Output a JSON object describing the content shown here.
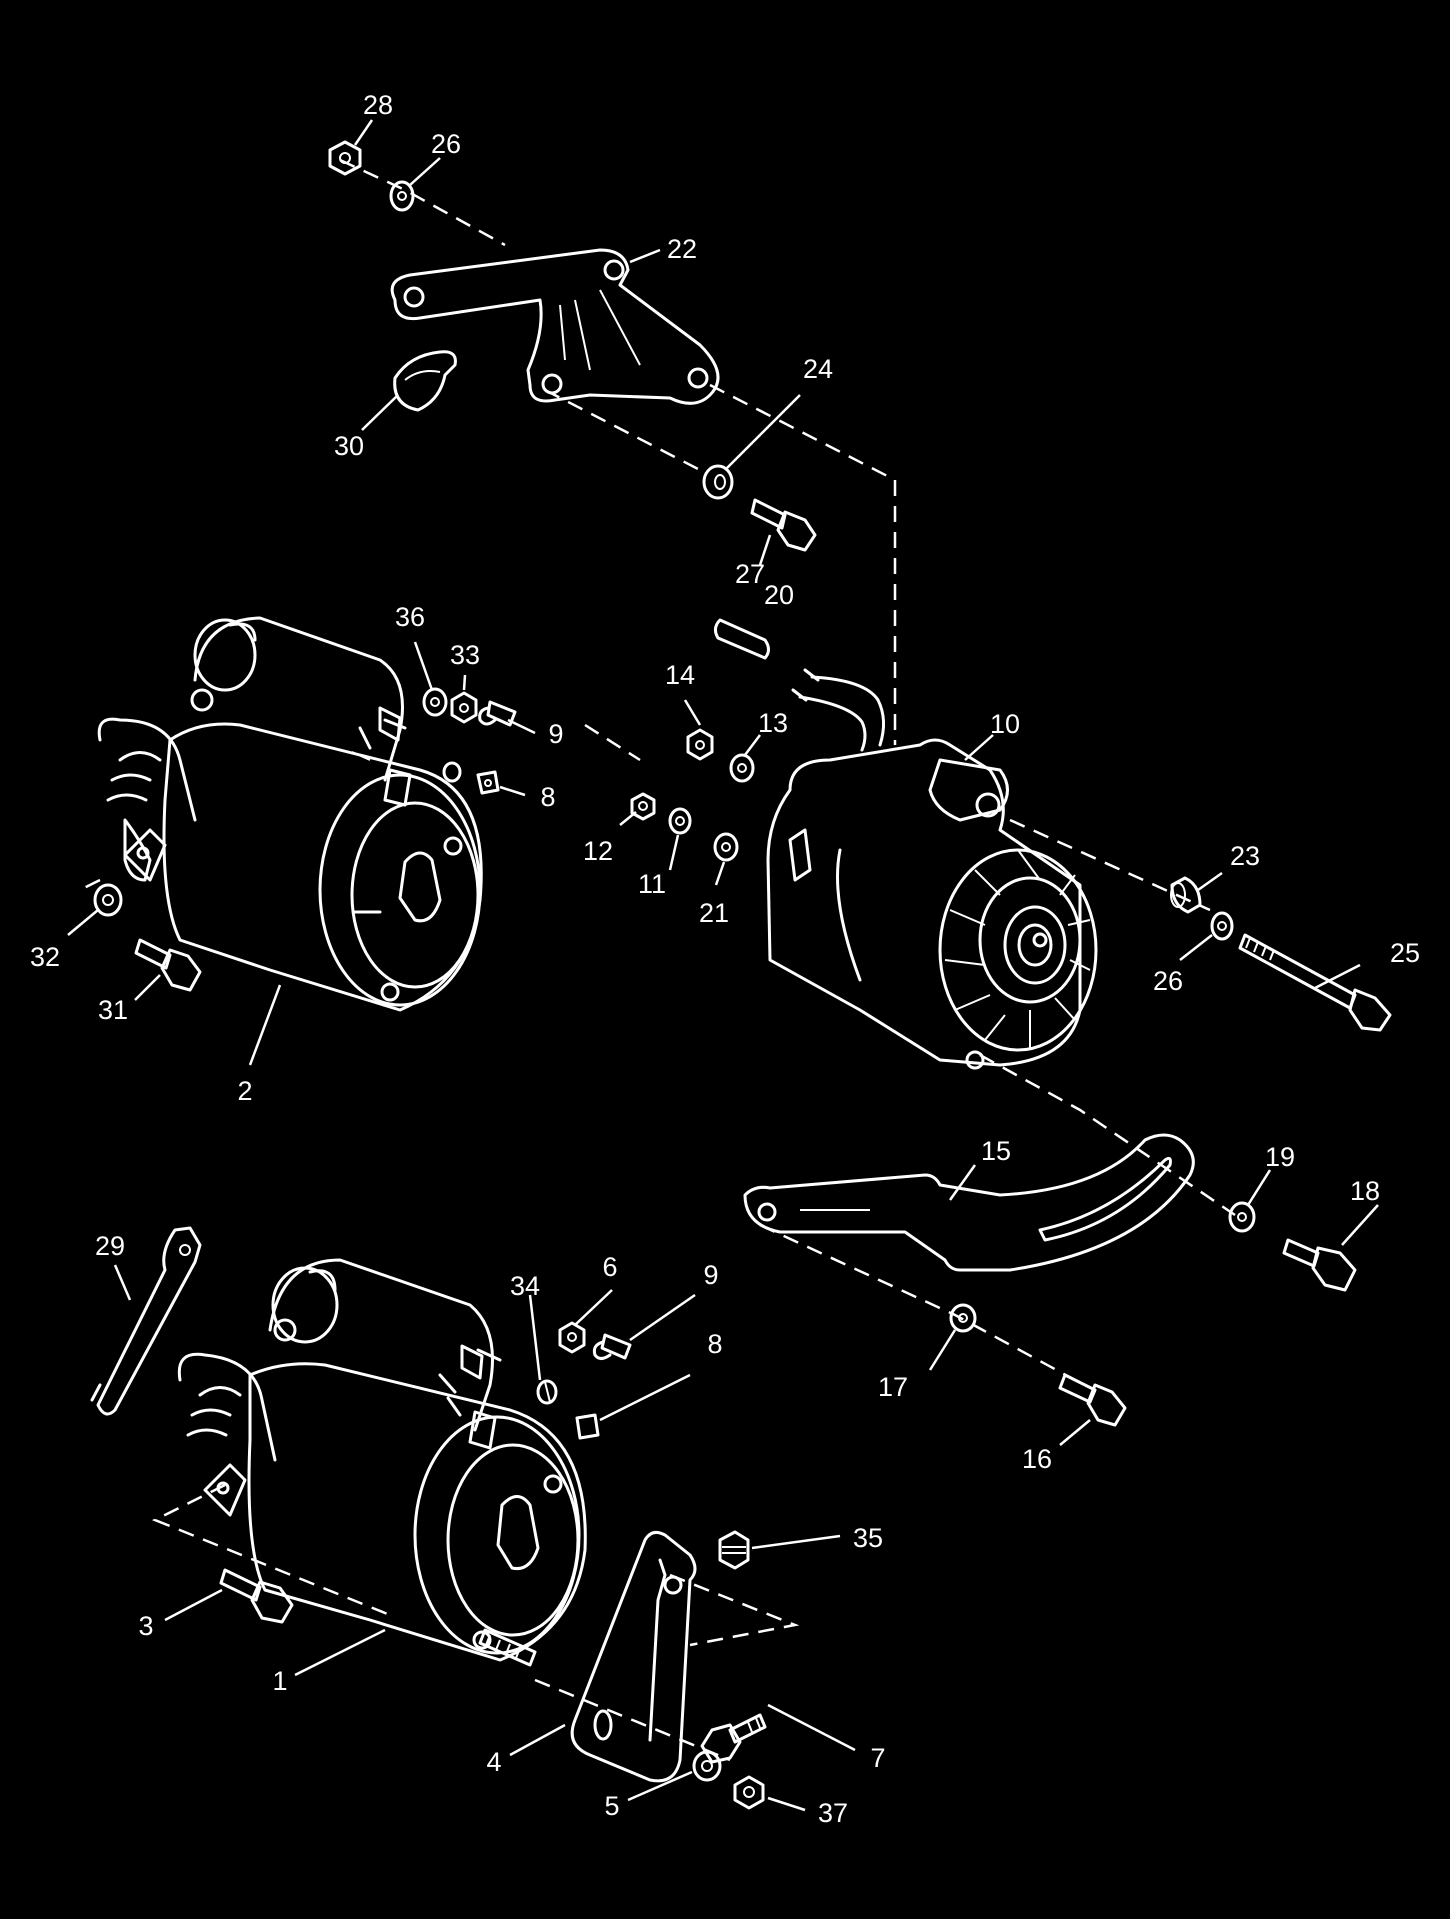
{
  "diagram": {
    "colors": {
      "background": "#000000",
      "line": "#ffffff"
    },
    "callouts": {
      "c28": "28",
      "c26a": "26",
      "c22": "22",
      "c30": "30",
      "c24": "24",
      "c27": "27",
      "c20": "20",
      "c36": "36",
      "c33": "33",
      "c9a": "9",
      "c8a": "8",
      "c14": "14",
      "c13": "13",
      "c10": "10",
      "c12": "12",
      "c11": "11",
      "c21": "21",
      "c23": "23",
      "c25": "25",
      "c26b": "26",
      "c32": "32",
      "c31": "31",
      "c2": "2",
      "c15": "15",
      "c19": "19",
      "c18": "18",
      "c29": "29",
      "c34": "34",
      "c6": "6",
      "c9b": "9",
      "c8b": "8",
      "c17": "17",
      "c16": "16",
      "c35": "35",
      "c3": "3",
      "c1": "1",
      "c7": "7",
      "c4": "4",
      "c5": "5",
      "c37": "37"
    }
  }
}
